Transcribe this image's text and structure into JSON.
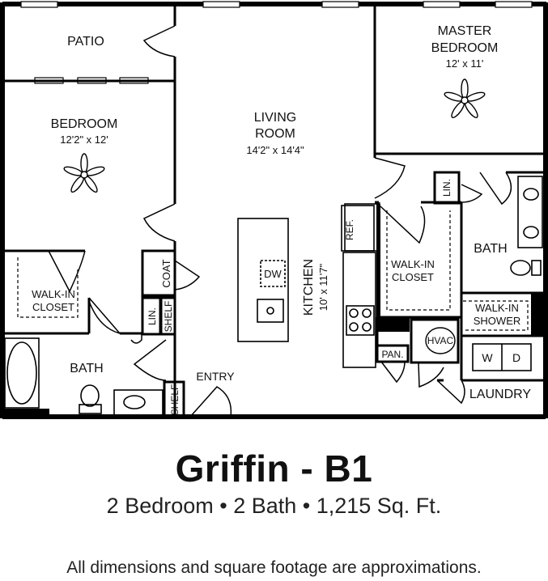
{
  "plan": {
    "name": "Griffin - B1",
    "summary": "2 Bedroom • 2 Bath • 1,215 Sq. Ft.",
    "disclaimer": "All dimensions and square footage are approximations."
  },
  "rooms": {
    "patio": "PATIO",
    "bedroom": "BEDROOM",
    "bedroom_dim": "12'2\" x 12'",
    "living": "LIVING",
    "living_2": "ROOM",
    "living_dim": "14'2\" x 14'4\"",
    "master": "MASTER",
    "master_2": "BEDROOM",
    "master_dim": "12' x 11'",
    "walkin_closet_left": "WALK-IN",
    "walkin_closet_left_2": "CLOSET",
    "walkin_closet_right": "WALK-IN",
    "walkin_closet_right_2": "CLOSET",
    "coat": "COAT",
    "lin_left": "LIN.",
    "shelf_left": "SHELF",
    "bath_left": "BATH",
    "shelf_entry": "SHELF",
    "entry": "ENTRY",
    "dw": "DW",
    "kitchen": "KITCHEN",
    "kitchen_dim": "10' x 11'7\"",
    "ref": "REF.",
    "pan": "PAN.",
    "hvac": "HVAC",
    "lin_right": "LIN.",
    "bath_right": "BATH",
    "walkin_shower": "WALK-IN",
    "walkin_shower_2": "SHOWER",
    "washer": "W",
    "dryer": "D",
    "laundry": "LAUNDRY"
  }
}
